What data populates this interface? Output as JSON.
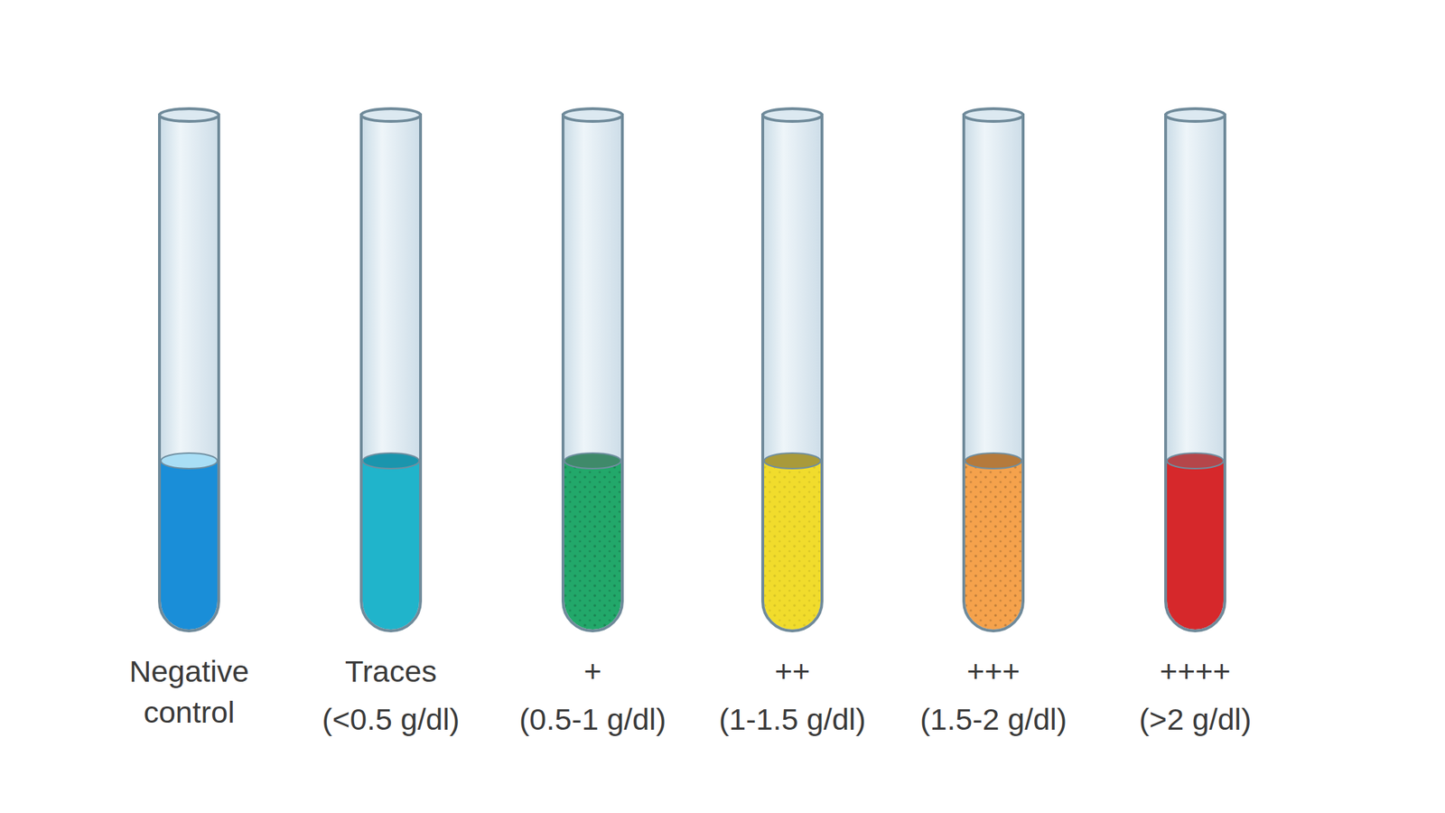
{
  "diagram": {
    "labels": [
      "Negative control",
      "Traces",
      "(<0.5 g/dl)",
      "+",
      "(0.5-1 g/dl)",
      "++",
      "(1-1.5 g/dl)",
      "+++",
      "(1.5-2 g/dl)",
      "++++",
      "(>2 g/dl)"
    ]
  }
}
